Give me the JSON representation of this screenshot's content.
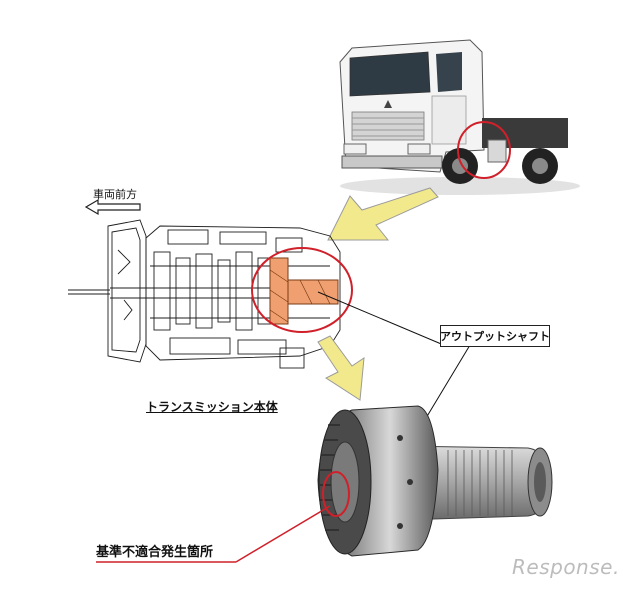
{
  "labels": {
    "forward_direction": "車両前方",
    "transmission_body": "トランスミッション本体",
    "output_shaft": "アウトプットシャフト",
    "defect_location": "基準不適合発生箇所"
  },
  "watermark": "Response.",
  "colors": {
    "highlight_circle": "#d0202a",
    "callout_arrow": "#f2e98c",
    "shaft_fill": "#f0a070",
    "truck_body": "#f2f2f2",
    "gear_metal": "#6e6e6e"
  }
}
